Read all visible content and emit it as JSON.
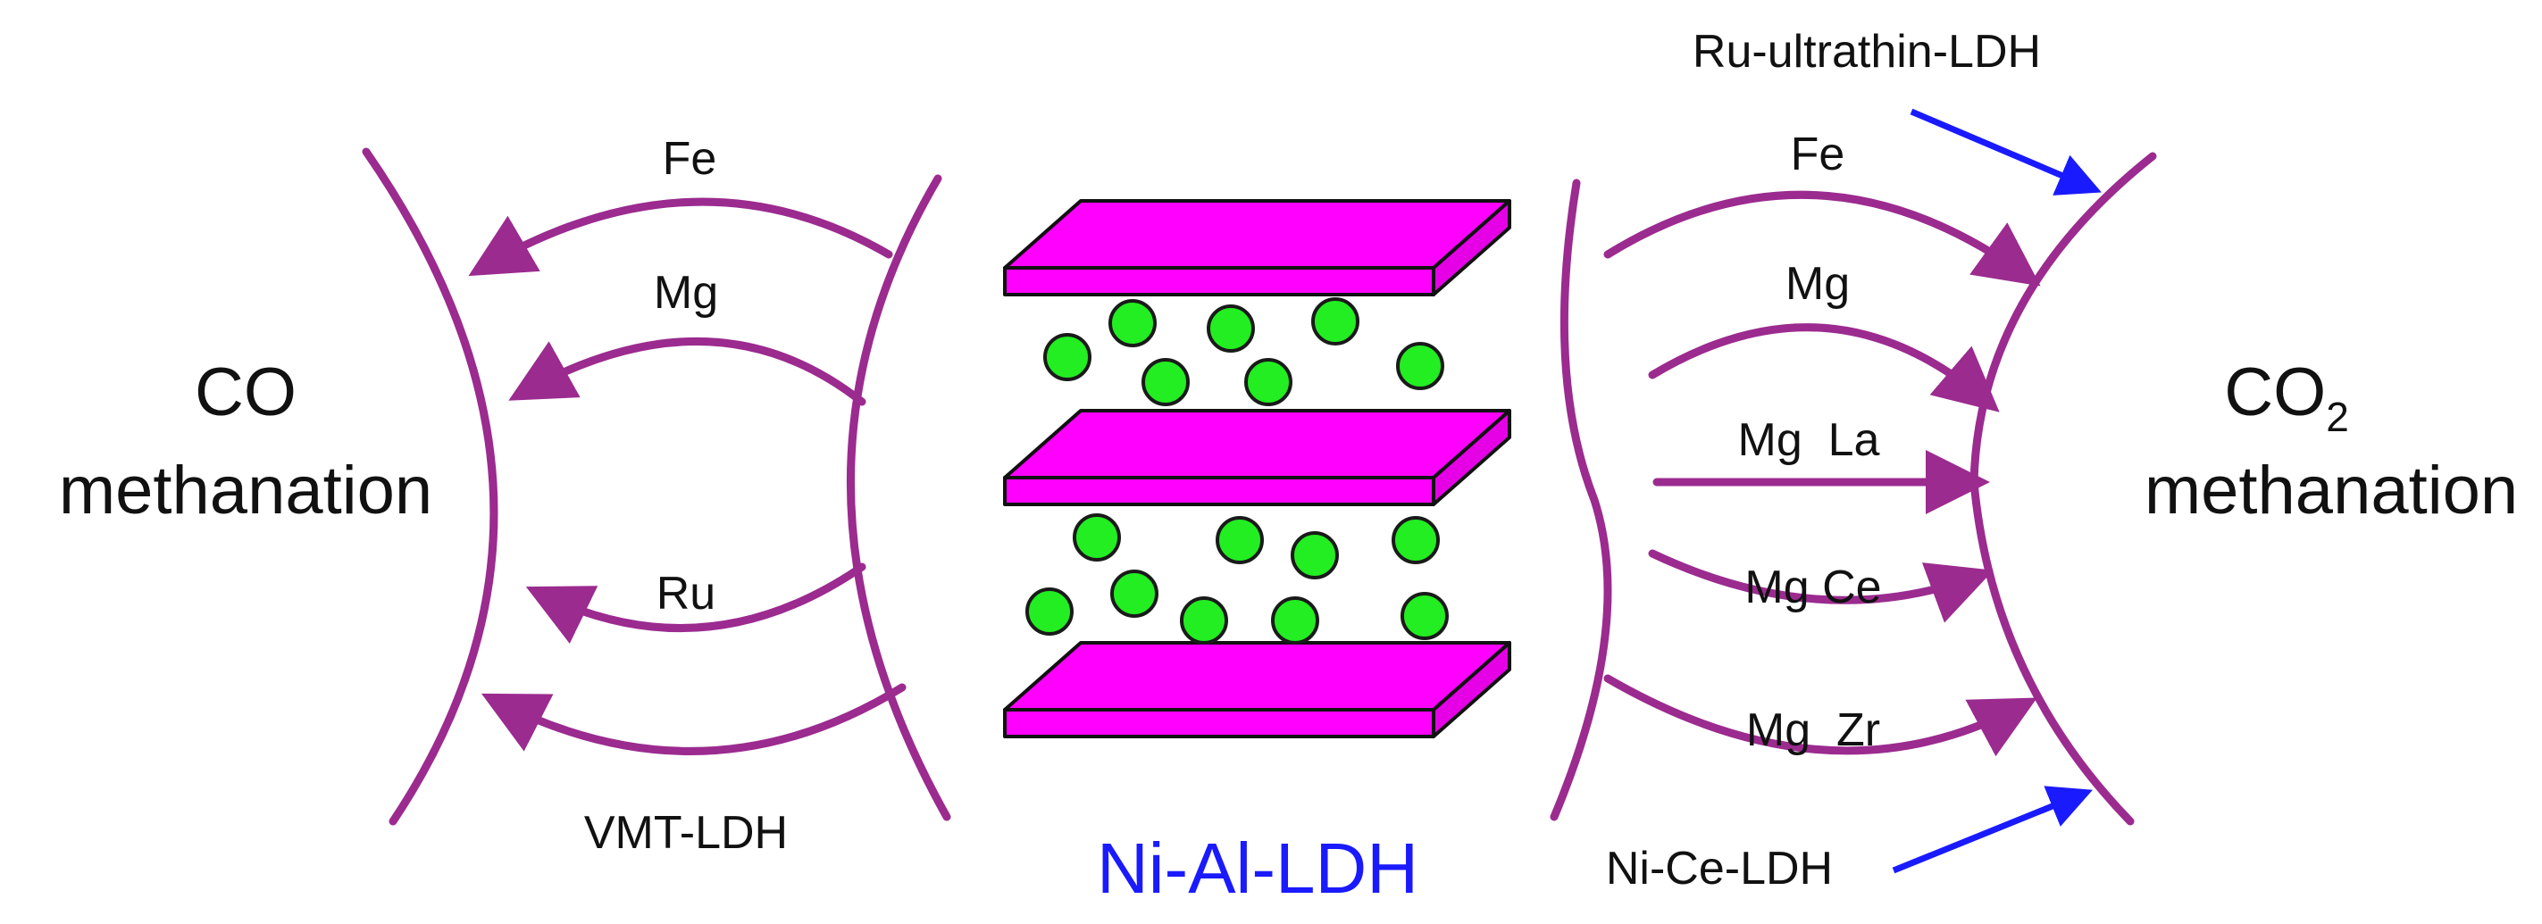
{
  "left": {
    "title_line1": "CO",
    "title_line2": "methanation",
    "arc_labels": [
      "Fe",
      "Mg",
      "Ru"
    ],
    "bottom_label": "VMT-LDH"
  },
  "center": {
    "label": "Ni-Al-LDH"
  },
  "right": {
    "title_main": "CO",
    "title_sub": "2",
    "title_line2": "methanation",
    "arc_labels": [
      "Fe",
      "Mg",
      "Mg  La",
      "Mg Ce",
      "Mg  Zr"
    ],
    "top_annotation": "Ru-ultrathin-LDH",
    "bottom_annotation": "Ni-Ce-LDH"
  },
  "colors": {
    "arc": "#9b2b8f",
    "slab_top": "#ff00ff",
    "slab_side": "#e600e6",
    "interlayer_ion": "#22ee22",
    "annotation_arrow": "#1a1aff",
    "ldh_label": "#1a1aff"
  }
}
